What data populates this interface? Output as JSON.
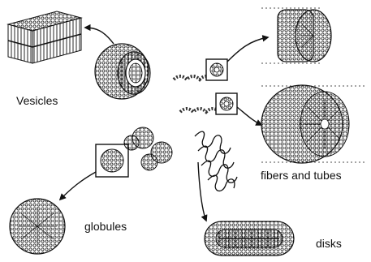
{
  "labels": {
    "vesicles": "Vesicles",
    "fibers_tubes": "fibers and tubes",
    "globules": "globules",
    "disks": "disks"
  },
  "colors": {
    "ink": "#111111",
    "paper": "#ffffff",
    "shade": "#555555"
  },
  "icons": [
    "membrane-bilayer-icon",
    "vesicle-icon",
    "fiber-disk-icon",
    "tube-icon",
    "globule-icon",
    "disk-micelle-icon",
    "helix-strand-icon"
  ]
}
